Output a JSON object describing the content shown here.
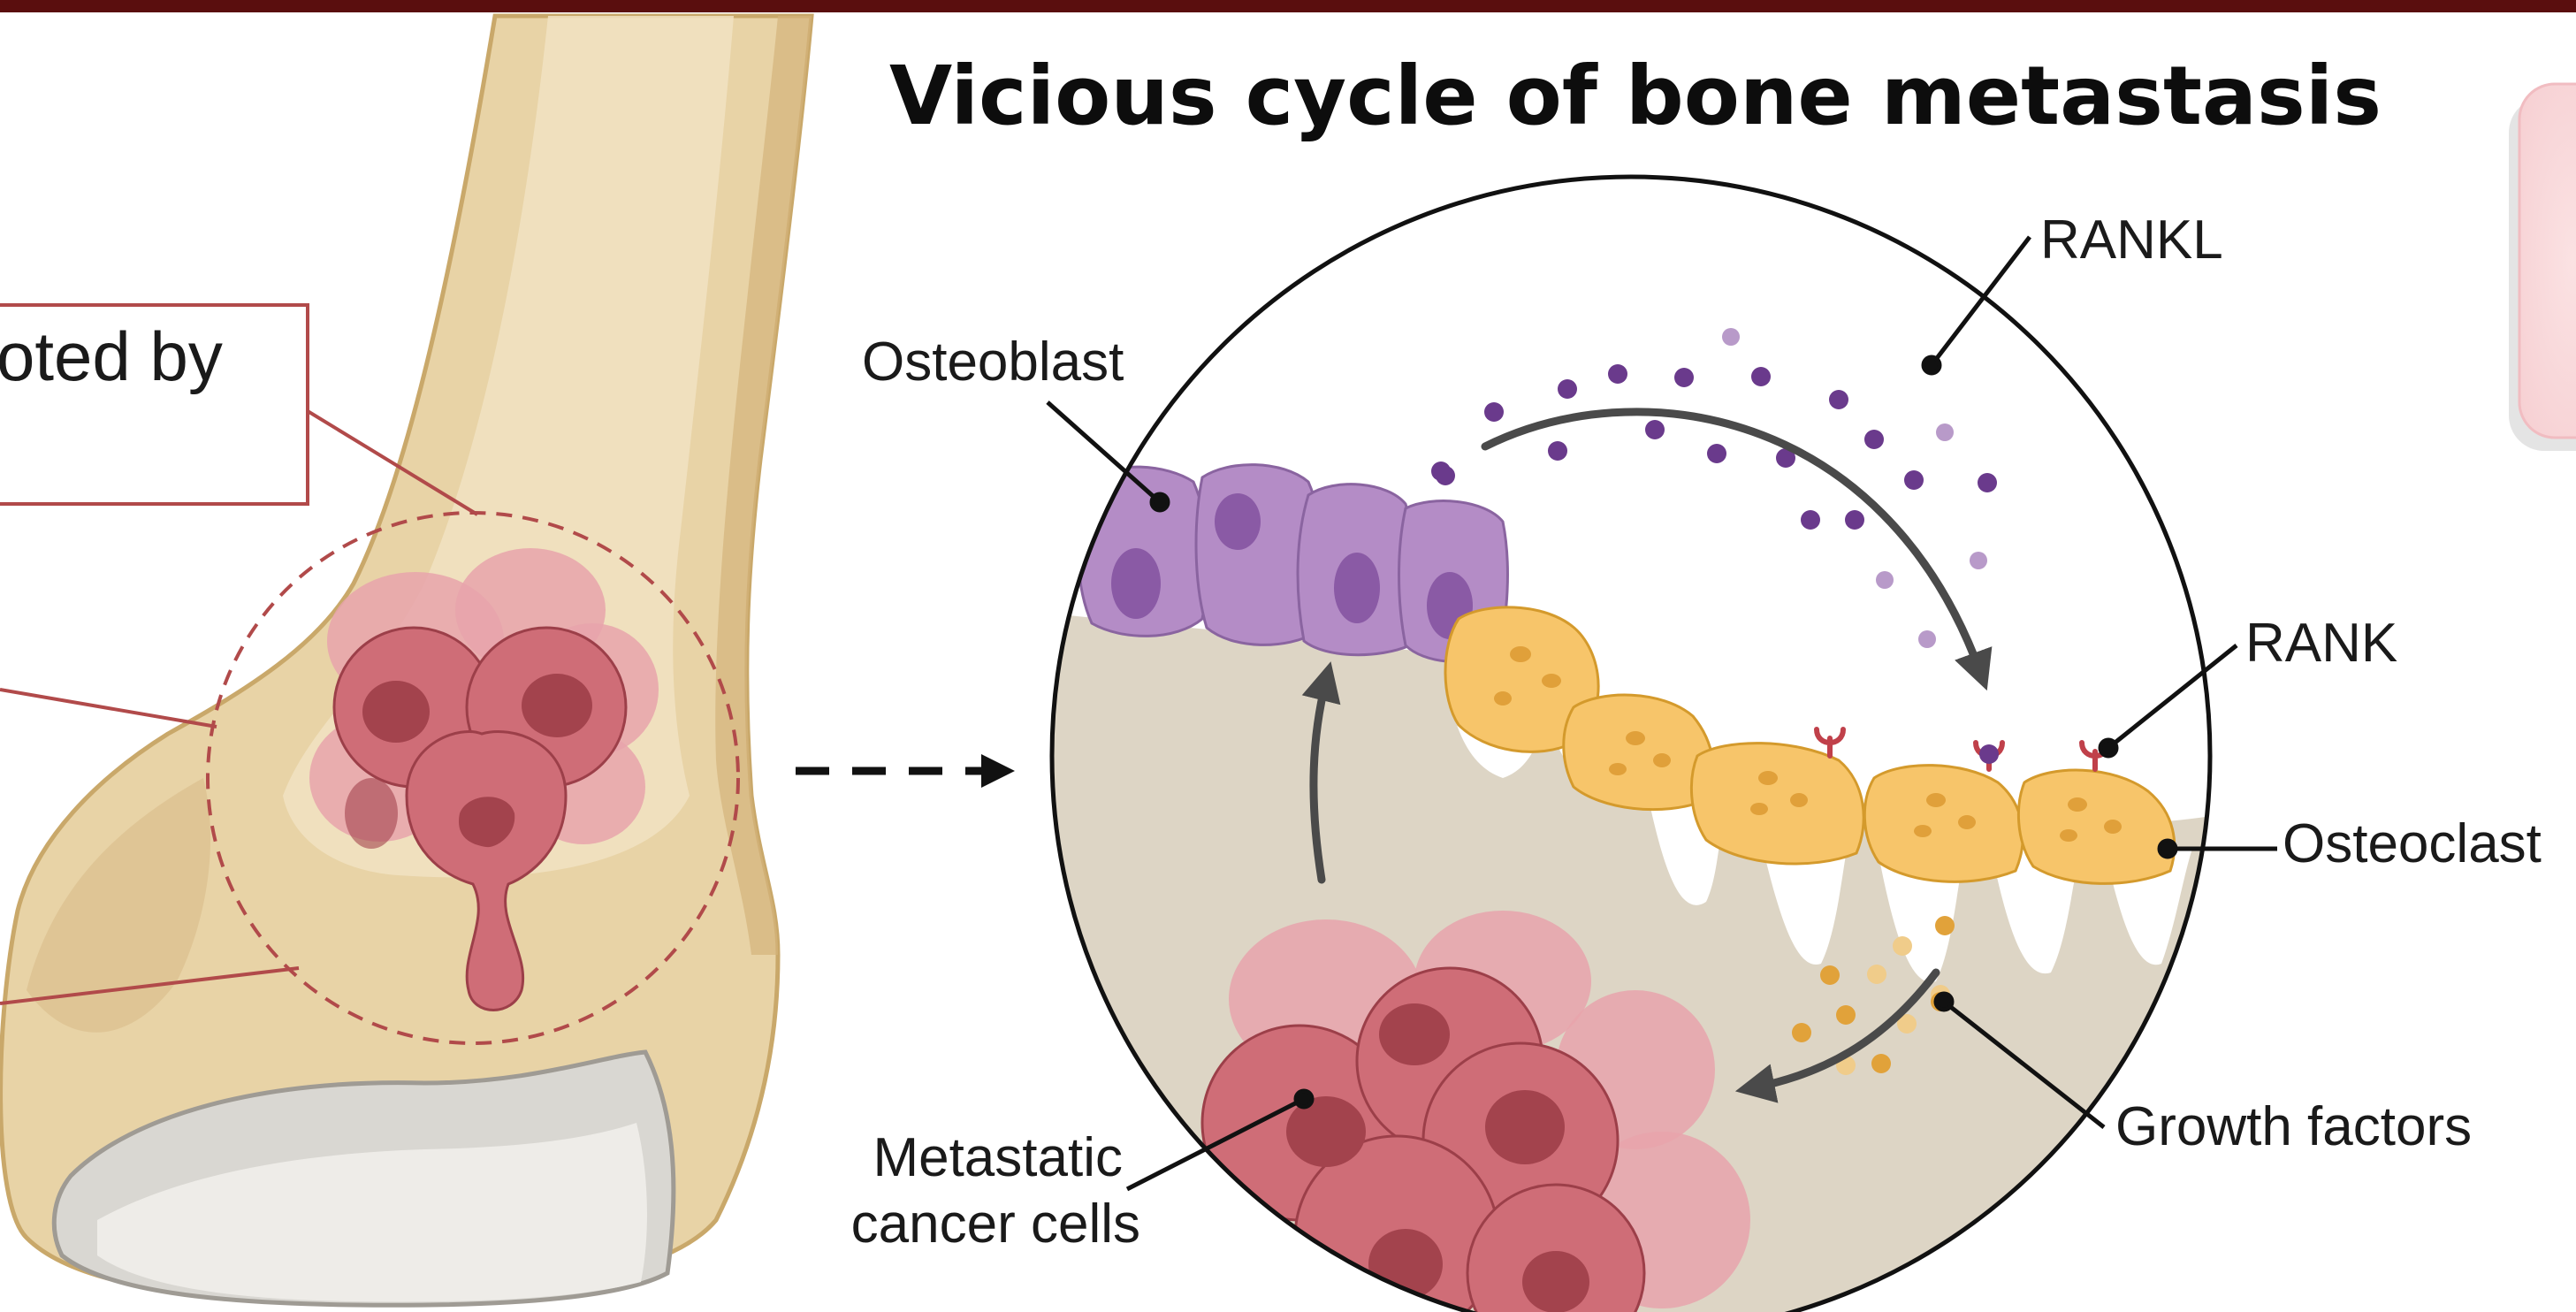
{
  "title": "Vicious cycle of bone metastasis",
  "left_label_fragment": "oted by",
  "labels": {
    "osteoblast": "Osteoblast",
    "rankl": "RANKL",
    "rank": "RANK",
    "osteoclast": "Osteoclast",
    "growth_factors": "Growth factors",
    "metastatic_line1": "Metastatic",
    "metastatic_line2": "cancer cells"
  },
  "colors": {
    "top_bar": "#5a0e0e",
    "callout_border": "#b14a4a",
    "bone": "#e8d3a6",
    "bone_dark": "#d4b37c",
    "cartilage": "#d9d7d2",
    "tumor": "#c45c66",
    "tumor_light": "#e7a3ab",
    "osteoblast": "#b48cc6",
    "osteoclast": "#f7c56a",
    "rankl_dot": "#6a3a8c",
    "growth_dot": "#e1a23a",
    "bone_matrix": "#ddd5c5",
    "pink_panel": "#f9d6d8"
  },
  "icons": [
    "bone-illustration",
    "tumor-cluster-icon",
    "osteoblast-cells",
    "osteoclast-cells",
    "rank-receptor-icon",
    "rankl-particle",
    "growth-factor-particle",
    "cycle-arrow",
    "dashed-arrow"
  ]
}
